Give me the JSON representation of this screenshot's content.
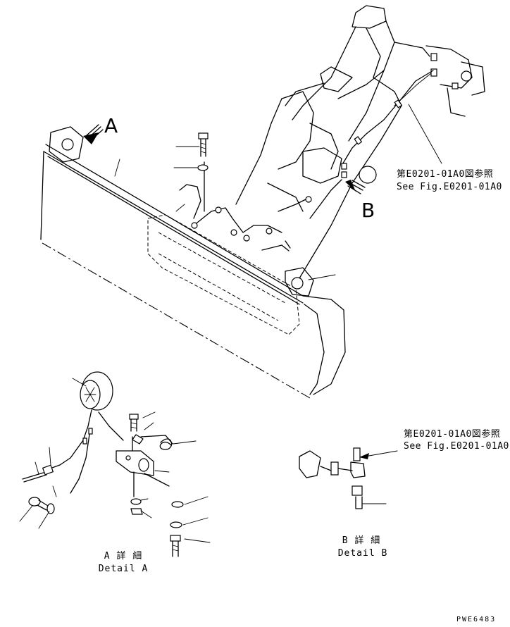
{
  "labels": {
    "view_a": "A",
    "view_b": "B"
  },
  "references": {
    "top_jp": "第E0201-01A0図参照",
    "top_en": "See Fig.E0201-01A0",
    "detail_b_jp": "第E0201-01A0図参照",
    "detail_b_en": "See Fig.E0201-01A0"
  },
  "captions": {
    "detail_a_jp": "A 詳 細",
    "detail_a_en": "Detail A",
    "detail_b_jp": "B 詳 細",
    "detail_b_en": "Detail B"
  },
  "drawing_number": "PWE6483"
}
